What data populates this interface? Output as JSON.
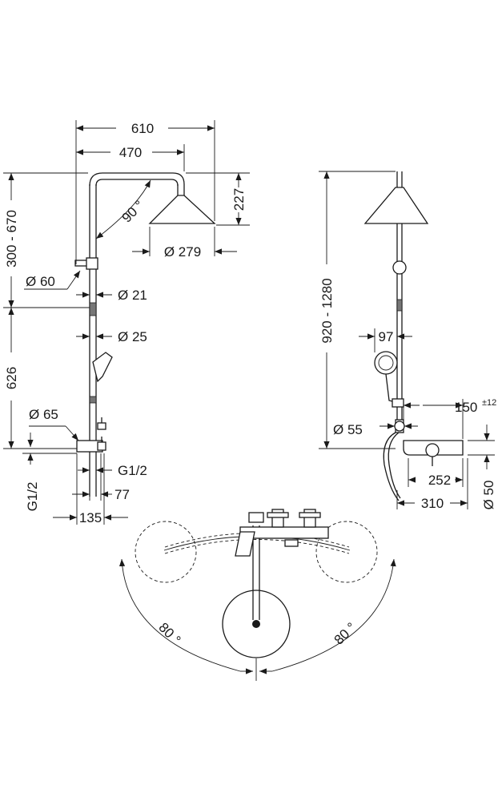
{
  "dimensions": {
    "width_overall": "610",
    "width_arm": "470",
    "height_head": "227",
    "angle_head": "90 °",
    "dia_head": "Ø 279",
    "height_range": "300 - 670",
    "dia_60": "Ø 60",
    "dia_21": "Ø 21",
    "dia_25": "Ø 25",
    "height_626": "626",
    "dia_65": "Ø 65",
    "thread_right": "G1/2",
    "thread_left": "G1/2",
    "offset_77": "77",
    "width_135": "135",
    "height_side": "920 - 1280",
    "handshower_97": "97",
    "dia_55": "Ø 55",
    "projection_150": "150",
    "tolerance_150": "±12",
    "width_252": "252",
    "width_310": "310",
    "dia_50": "Ø 50",
    "angle_left": "80 °",
    "angle_right": "80 °"
  },
  "colors": {
    "line": "#1a1a1a",
    "background": "#ffffff"
  }
}
